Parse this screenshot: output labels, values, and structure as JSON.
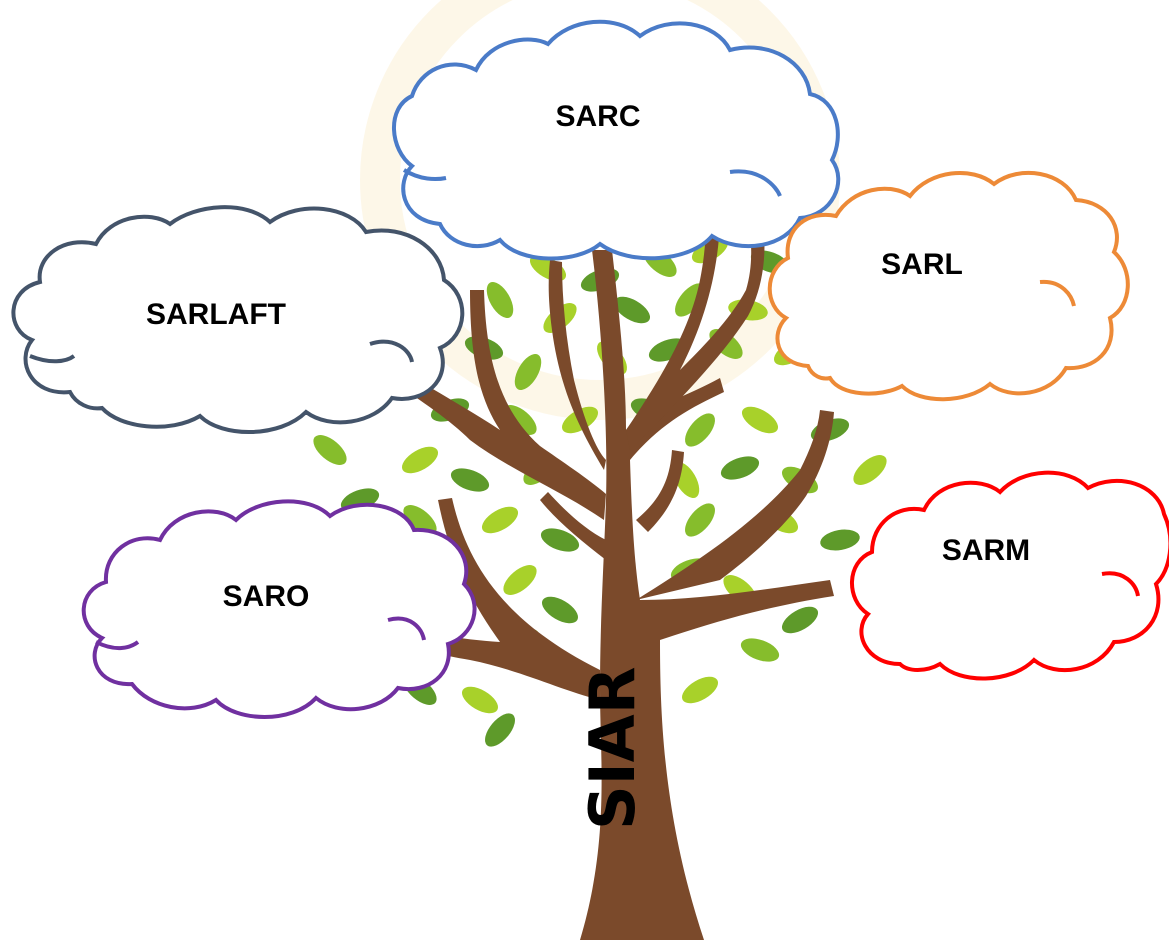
{
  "trunk_label": "SIAR",
  "clouds": [
    {
      "id": "sarc",
      "label": "SARC",
      "outline_color": "#4a7bc8"
    },
    {
      "id": "sarl",
      "label": "SARL",
      "outline_color": "#ed8a37"
    },
    {
      "id": "sarlaft",
      "label": "SARLAFT",
      "outline_color": "#44546a"
    },
    {
      "id": "saro",
      "label": "SARO",
      "outline_color": "#7030a0"
    },
    {
      "id": "sarm",
      "label": "SARM",
      "outline_color": "#ff0000"
    }
  ],
  "colors": {
    "trunk": "#7b4a2b",
    "leaf_light": "#a8d12a",
    "leaf_dark": "#5e9a2a",
    "leaf_mid": "#86bd2c"
  }
}
